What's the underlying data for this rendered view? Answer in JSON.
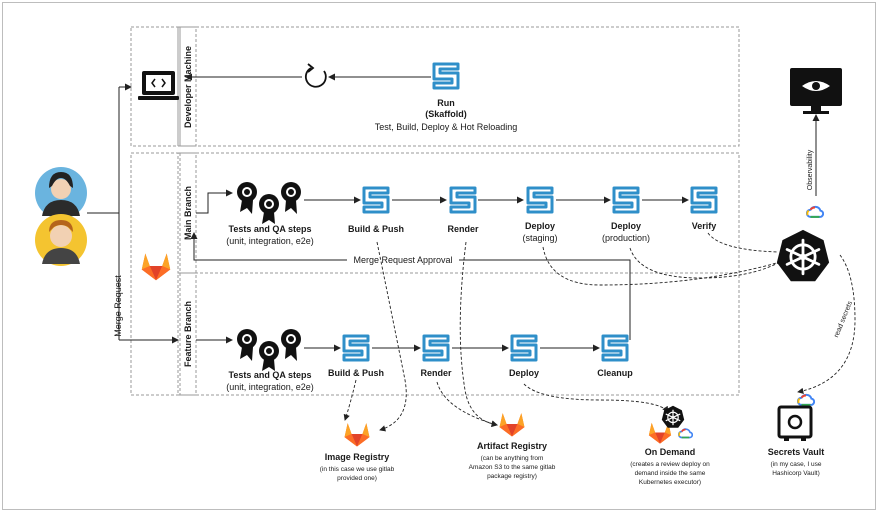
{
  "lanes": {
    "developer": "Developer Machine",
    "main": "Main Branch",
    "feature": "Feature Branch"
  },
  "merge_request_label": "Merge Request",
  "merge_request_approval": "Merge Request Approval",
  "dev": {
    "run_title": "Run",
    "run_tool": "(Skaffold)",
    "run_sub": "Test, Build, Deploy & Hot Reloading"
  },
  "main": {
    "tests_title": "Tests and QA steps",
    "tests_sub": "(unit, integration, e2e)",
    "build": "Build & Push",
    "render": "Render",
    "deploy_staging": "Deploy",
    "deploy_staging_sub": "(staging)",
    "deploy_prod": "Deploy",
    "deploy_prod_sub": "(production)",
    "verify": "Verify"
  },
  "feature": {
    "tests_title": "Tests and QA steps",
    "tests_sub": "(unit, integration, e2e)",
    "build": "Build & Push",
    "render": "Render",
    "deploy": "Deploy",
    "cleanup": "Cleanup"
  },
  "image_registry": {
    "title": "Image Registry",
    "line1": "(in this case we use gitlab",
    "line2": "provided one)"
  },
  "artifact_registry": {
    "title": "Artifact Registry",
    "line1": "(can be anything from",
    "line2": "Amazon S3 to the same gitlab",
    "line3": "package registry)"
  },
  "on_demand": {
    "title": "On Demand",
    "line1": "(creates a review deploy on",
    "line2": "demand inside the same",
    "line3": "Kubernetes executor)"
  },
  "secrets_vault": {
    "title": "Secrets Vault",
    "line1": "(in my case, I use",
    "line2": "Hashicorp Vault)"
  },
  "side_labels": {
    "observability": "Observability",
    "read_secrets": "read secrets"
  },
  "icons": {
    "laptop": "laptop-code-icon",
    "refresh": "refresh-icon",
    "skaffold": "skaffold-icon",
    "gitlab": "gitlab-icon",
    "kubernetes": "kubernetes-icon",
    "gcp": "google-cloud-icon",
    "monitor": "monitor-eye-icon",
    "vault": "vault-icon",
    "awards": "award-ribbons-icon",
    "person": "person-avatar-icon"
  },
  "colors": {
    "skaffold": "#2f8fc9",
    "gitlab_orange": "#fc6d26",
    "gitlab_red": "#e24329",
    "gitlab_yellow": "#fca326",
    "avatar_blue": "#6ab4df",
    "avatar_yellow": "#f4c430"
  }
}
